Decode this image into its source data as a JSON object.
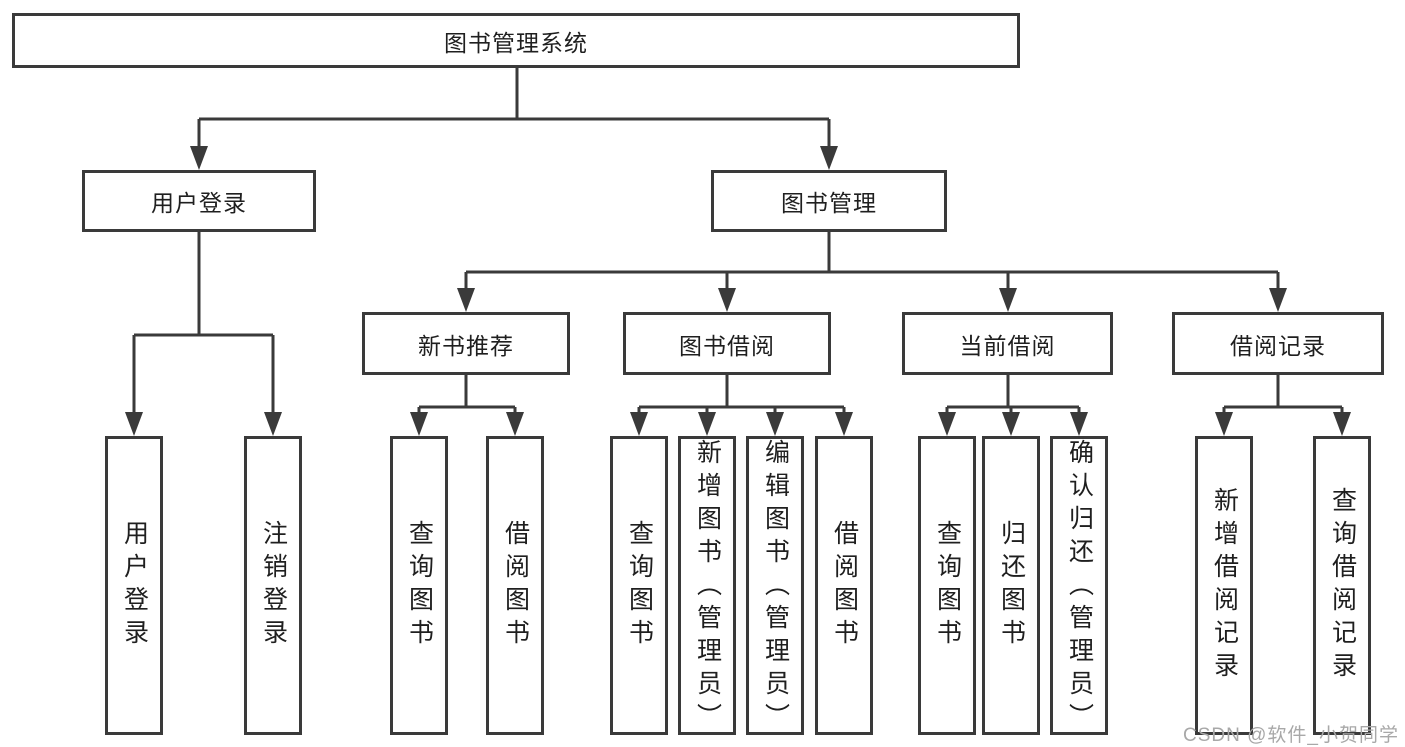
{
  "diagram": {
    "root": {
      "label": "图书管理系统"
    },
    "branches": [
      {
        "label": "用户登录",
        "children": [
          {
            "label": "用户登录"
          },
          {
            "label": "注销登录"
          }
        ]
      },
      {
        "label": "图书管理",
        "children": [
          {
            "label": "新书推荐",
            "children": [
              {
                "label": "查询图书"
              },
              {
                "label": "借阅图书"
              }
            ]
          },
          {
            "label": "图书借阅",
            "children": [
              {
                "label": "查询图书"
              },
              {
                "label": "新增图书（管理员）"
              },
              {
                "label": "编辑图书（管理员）"
              },
              {
                "label": "借阅图书"
              }
            ]
          },
          {
            "label": "当前借阅",
            "children": [
              {
                "label": "查询图书"
              },
              {
                "label": "归还图书"
              },
              {
                "label": "确认归还（管理员）"
              }
            ]
          },
          {
            "label": "借阅记录",
            "children": [
              {
                "label": "新增借阅记录"
              },
              {
                "label": "查询借阅记录"
              }
            ]
          }
        ]
      }
    ]
  },
  "watermark": {
    "text": "CSDN @软件_小贺同学"
  },
  "colors": {
    "line": "#3a3a3a",
    "text": "#1f1f1f",
    "background": "#ffffff",
    "watermark": "#a8a8a8"
  }
}
